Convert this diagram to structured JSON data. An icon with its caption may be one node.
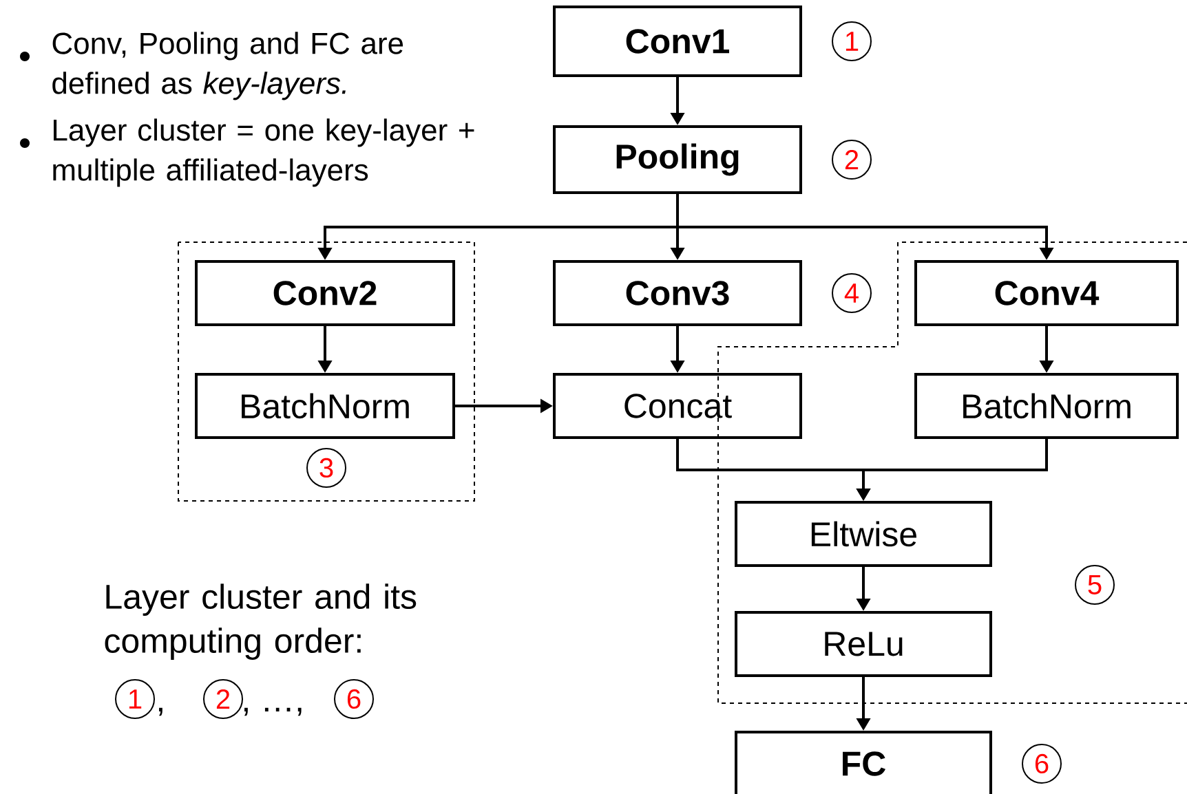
{
  "diagram": {
    "nodes": [
      {
        "text": [
          "Conv1"
        ],
        "beside": [
          "1"
        ]
      },
      {
        "text": [
          "Pooling"
        ],
        "beside": [
          "2"
        ]
      },
      {
        "text": [
          "3"
        ]
      },
      {
        "text": [
          "Conv2"
        ],
        "in": 2
      },
      {
        "text": [
          "BatchNorm"
        ],
        "in": 2
      },
      {
        "text": [
          "Conv3"
        ],
        "beside": [
          "4"
        ]
      },
      {
        "text": [
          "Concat"
        ]
      },
      {
        "text": [
          "5"
        ]
      },
      {
        "text": [
          "Conv4"
        ],
        "in": 7
      },
      {
        "text": [
          "BatchNorm"
        ],
        "in": 7
      },
      {
        "text": [
          "Eltwise"
        ],
        "in": 7
      },
      {
        "text": [
          "ReLu"
        ],
        "in": 7
      },
      {
        "text": [
          "FC"
        ],
        "beside": [
          "6"
        ]
      }
    ],
    "edges": [
      {
        "from": 0,
        "to": 1,
        "arrow": "to"
      },
      {
        "from": 1,
        "to": 3,
        "arrow": "to"
      },
      {
        "from": 1,
        "to": 5,
        "arrow": "to"
      },
      {
        "from": 1,
        "to": 8,
        "arrow": "to"
      },
      {
        "from": 3,
        "to": 4,
        "arrow": "to"
      },
      {
        "from": 4,
        "to": 6,
        "arrow": "to"
      },
      {
        "from": 5,
        "to": 6,
        "arrow": "to"
      },
      {
        "from": 8,
        "to": 9,
        "arrow": "to"
      },
      {
        "from": 6,
        "to": 10,
        "arrow": "to"
      },
      {
        "from": 9,
        "to": 10,
        "arrow": "to"
      },
      {
        "from": 10,
        "to": 11,
        "arrow": "to"
      },
      {
        "from": 11,
        "to": 12,
        "arrow": "to"
      }
    ],
    "labels": [
      "Conv, Pooling and FC are defined as *key-layers.*",
      "Layer cluster = one key-layer + multiple affiliated-layers",
      "Layer cluster and its computing order:",
      "1",
      ",",
      "2",
      ", …,",
      "6"
    ]
  }
}
